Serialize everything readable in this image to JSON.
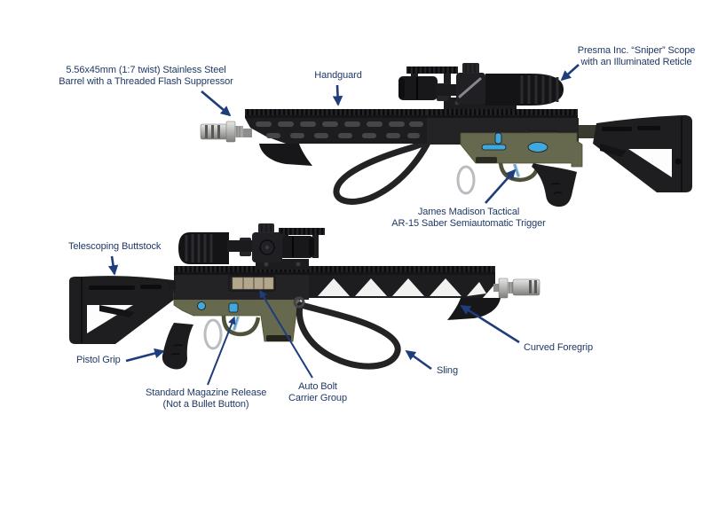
{
  "diagram": {
    "background": "#ffffff",
    "label_color": "#1F3864",
    "arrow_color": "#1F3D7A",
    "accent_blue": "#41A8DD",
    "olive_green": "#67694E",
    "steel_color": "#B9B9B7",
    "labels": {
      "barrel": {
        "line1": "5.56x45mm (1:7 twist) Stainless Steel",
        "line2": "Barrel with a Threaded Flash Suppressor"
      },
      "handguard": {
        "line1": "Handguard"
      },
      "scope": {
        "line1": "Presma Inc. “Sniper” Scope",
        "line2": "with an Illuminated Reticle"
      },
      "trigger": {
        "line1": "James Madison Tactical",
        "line2": "AR-15 Saber Semiautomatic Trigger"
      },
      "buttstock": {
        "line1": "Telescoping Buttstock"
      },
      "pistol_grip": {
        "line1": "Pistol Grip"
      },
      "magazine_release": {
        "line1": "Standard Magazine Release",
        "line2": "(Not a Bullet Button)"
      },
      "bolt_carrier": {
        "line1": "Auto Bolt",
        "line2": "Carrier Group"
      },
      "sling": {
        "line1": "Sling"
      },
      "foregrip": {
        "line1": "Curved Foregrip"
      }
    }
  }
}
